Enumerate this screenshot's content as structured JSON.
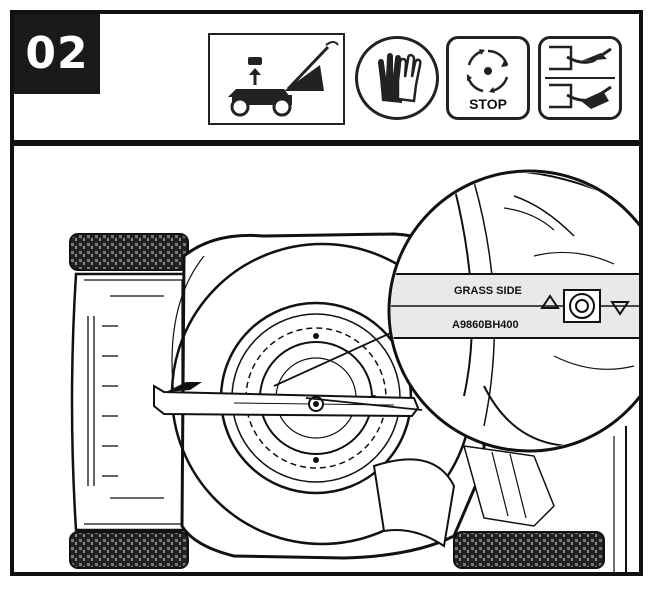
{
  "step": {
    "number": "02"
  },
  "icons": {
    "mower_lift": "mower-lift-icon",
    "gloves": "gloves-icon",
    "stop_blade": "stop-blade-icon",
    "stop_label": "STOP",
    "hands_caution": "hand-cut-warning-icon"
  },
  "blade": {
    "grass_side": "GRASS SIDE",
    "part_number": "A9860BH400"
  },
  "colors": {
    "ink": "#111111",
    "paper": "#ffffff",
    "badge": "#1a1a1a"
  }
}
